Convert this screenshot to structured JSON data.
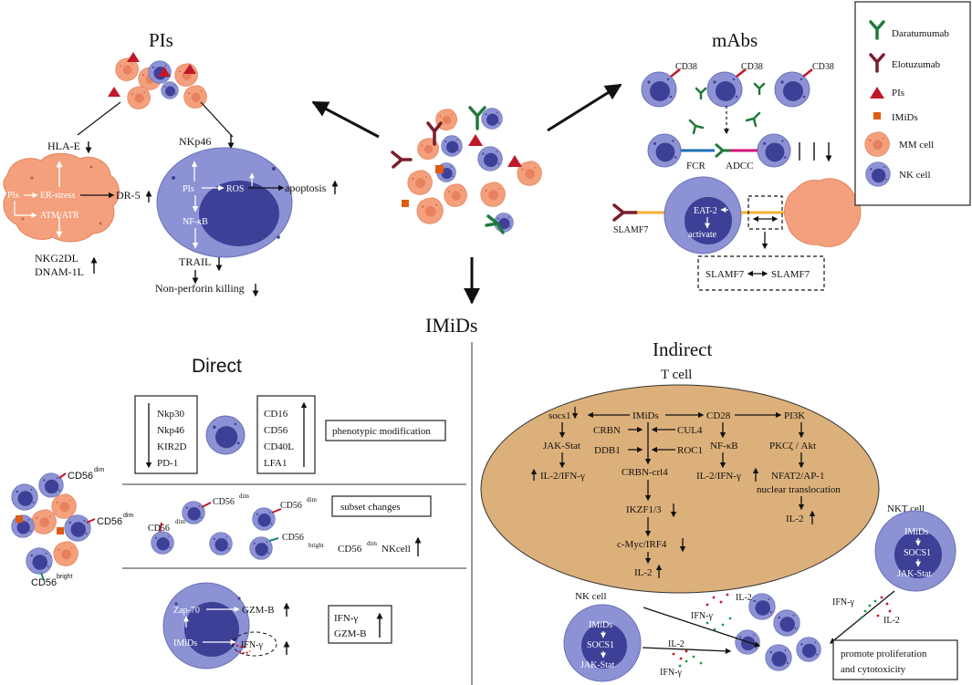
{
  "pis": {
    "title": "PIs",
    "hla_e": "HLA-E",
    "nkg2dl": "NKG2DL",
    "dnam1l": "DNAM-1L",
    "mm_pis": "PIs",
    "er_stress": "ER-stress",
    "atm_atr": "ATM/ATR",
    "dr5": "DR-5",
    "nkp46": "NKp46",
    "nk_pis": "PIs",
    "ros": "ROS",
    "apoptosis": "apoptosis",
    "nfkb": "NF-κB",
    "trail": "TRAIL",
    "non_perforin": "Non-perforin killing"
  },
  "mabs": {
    "title": "mAbs",
    "cd38_a": "CD38",
    "cd38_b": "CD38",
    "cd38_c": "CD38",
    "fcr": "FCR",
    "adcc": "ADCC",
    "slamf7": "SLAMF7",
    "eat2": "EAT-2",
    "activate": "activate",
    "slamf7_pair_left": "SLAMF7",
    "slamf7_pair_right": "SLAMF7"
  },
  "legend": {
    "items": [
      {
        "label": "Daratumumab",
        "icon": "daratumumab-antibody-icon",
        "color": "#1f7a3a"
      },
      {
        "label": "Elotuzumab",
        "icon": "elotuzumab-antibody-icon",
        "color": "#7a1d2b"
      },
      {
        "label": "PIs",
        "icon": "pi-triangle-icon",
        "color": "#c0182a"
      },
      {
        "label": "IMiDs",
        "icon": "imid-square-icon",
        "color": "#e05a14"
      },
      {
        "label": "MM cell",
        "icon": "mm-cell-icon",
        "color": "#f4a07c"
      },
      {
        "label": "NK cell",
        "icon": "nk-cell-icon",
        "color": "#7c84c8"
      }
    ]
  },
  "imids": {
    "title": "IMiDs"
  },
  "direct": {
    "title": "Direct",
    "down_list": [
      "Nkp30",
      "Nkp46",
      "KIR2D",
      "PD-1"
    ],
    "up_list": [
      "CD16",
      "CD56",
      "CD40L",
      "LFA1"
    ],
    "phenotypic": "phenotypic modification",
    "cd56": "CD56",
    "dim": "dim",
    "bright": "bright",
    "subset_changes": "subset changes",
    "nkcell": "NKcell",
    "zap70": "Zap-70",
    "gzmb": "GZM-B",
    "imids": "IMiDs",
    "ifng": "IFN-γ",
    "box_ifng": "IFN-γ",
    "box_gzmb": "GZM-B"
  },
  "indirect": {
    "title": "Indirect",
    "tcell": "T  cell",
    "socs1": "socs1",
    "imids": "IMiDs",
    "cd28": "CD28",
    "pi3k": "PI3K",
    "crbn": "CRBN",
    "cul4": "CUL4",
    "ddb1": "DDB1",
    "roc1": "ROC1",
    "jak_stat": "JAK-Stat",
    "nfkb": "NF-κB",
    "pkc_akt": "PKCζ / Akt",
    "il2_ifng_left": "IL-2/IFN-γ",
    "crbn_crl4": "CRBN-crl4",
    "il2_ifng_mid": "IL-2/IFN-γ",
    "nfat": "NFAT2/AP-1",
    "nuclear": "nuclear translocation",
    "ikzf": "IKZF1/3",
    "il2_right": "IL-2",
    "cmyc": "c-Myc/IRF4",
    "il2_bottom": "IL-2",
    "nkt_cell": "NKT  cell",
    "nkt_imids": "IMiDs",
    "nkt_socs1": "SOCS1",
    "nkt_jak": "JAK-Stat",
    "nkt_ifng": "IFN-γ",
    "nkt_il2": "IL-2",
    "nk_cell": "NK  cell",
    "nk_imids": "IMiDs",
    "nk_socs1": "SOCS1",
    "nk_jak": "JAK-Stat",
    "il2_a": "IL-2",
    "ifng_a": "IFN-γ",
    "il2_b": "IL-2",
    "ifng_b": "IFN-γ",
    "promote_1": "promote proliferation",
    "promote_2": "and cytotoxicity"
  },
  "colors": {
    "mm_cell": "#f4a07c",
    "nk_cell": "#8c92d4",
    "nk_nucleus": "#3e3f96",
    "tcell_fill": "#dcb07a",
    "daratumumab": "#1f7a3a",
    "elotuzumab": "#7a1d2b",
    "pi_red": "#c0182a",
    "imid_orange": "#e05a14",
    "slamf7_line": "#f2b233"
  }
}
